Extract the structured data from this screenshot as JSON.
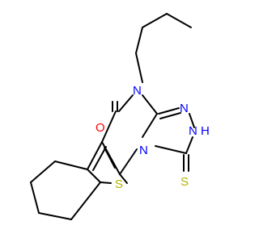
{
  "molecule": {
    "atoms": {
      "n_butyl": {
        "label": "N",
        "color": "#0000ff"
      },
      "oxygen": {
        "label": "O",
        "color": "#ff0000"
      },
      "n_triazole_top": {
        "label": "N",
        "color": "#0000ff"
      },
      "n_h": {
        "label": "N",
        "h_label": "H",
        "color": "#0000ff"
      },
      "n_bridge": {
        "label": "N",
        "color": "#0000ff"
      },
      "s_ring": {
        "label": "S",
        "color": "#b3b300"
      },
      "s_thione": {
        "label": "S",
        "color": "#b3b300"
      }
    },
    "bond_color": "#000000"
  }
}
